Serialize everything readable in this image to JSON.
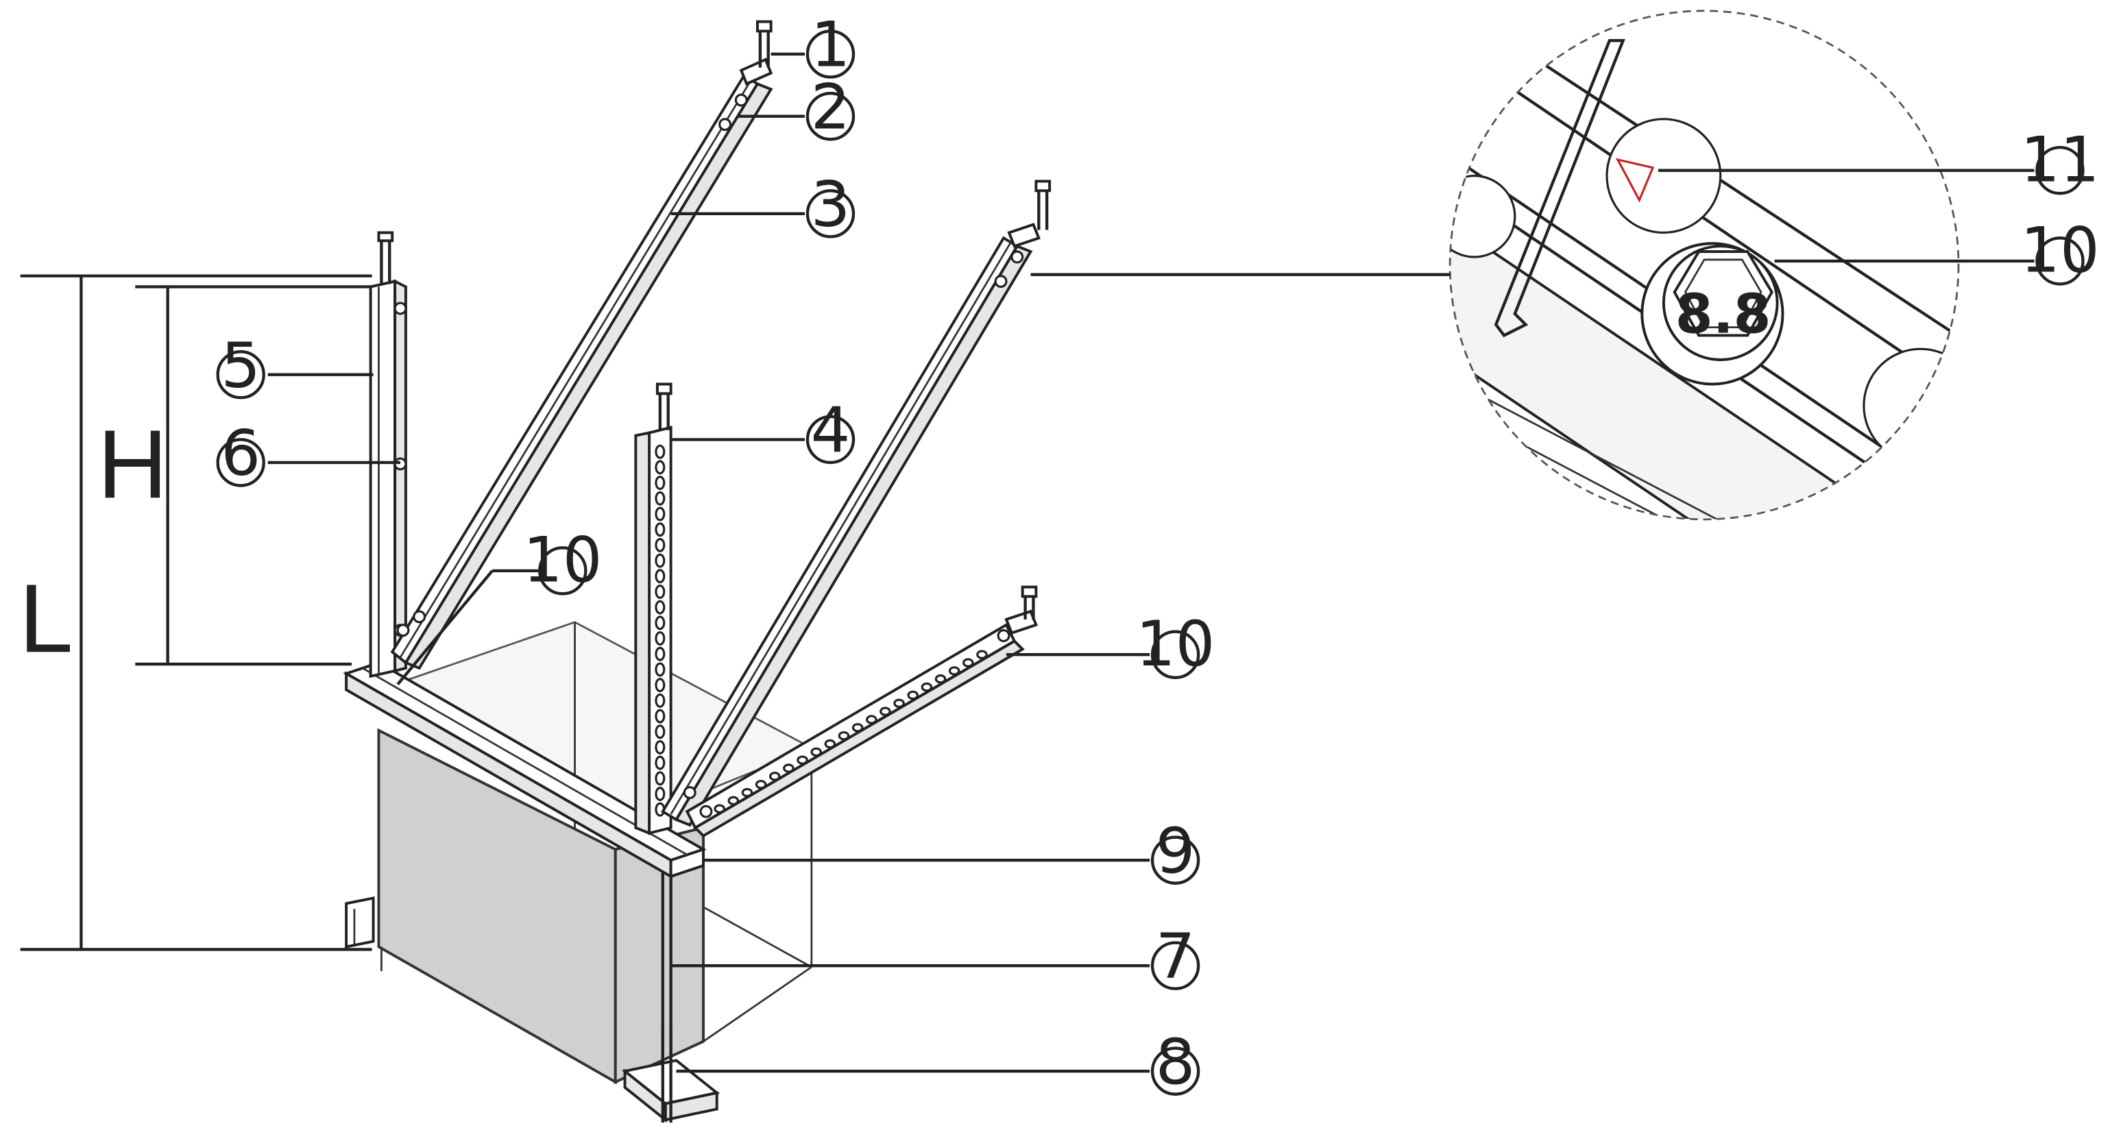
{
  "callouts": [
    {
      "id": "1",
      "label": "1"
    },
    {
      "id": "2",
      "label": "2"
    },
    {
      "id": "3",
      "label": "3"
    },
    {
      "id": "4",
      "label": "4"
    },
    {
      "id": "5",
      "label": "5"
    },
    {
      "id": "6",
      "label": "6"
    },
    {
      "id": "7",
      "label": "7"
    },
    {
      "id": "8",
      "label": "8"
    },
    {
      "id": "9",
      "label": "9"
    },
    {
      "id": "10a",
      "label": "10"
    },
    {
      "id": "10b",
      "label": "10"
    },
    {
      "id": "10c",
      "label": "10"
    },
    {
      "id": "11",
      "label": "11"
    }
  ],
  "dimensions": {
    "height_label": "H",
    "length_label": "L"
  },
  "detail": {
    "bolt_grade": "8.8"
  },
  "colors": {
    "line": "#222222",
    "box_fill": "#d0d0d0",
    "paint_mark": "#cc2222"
  }
}
